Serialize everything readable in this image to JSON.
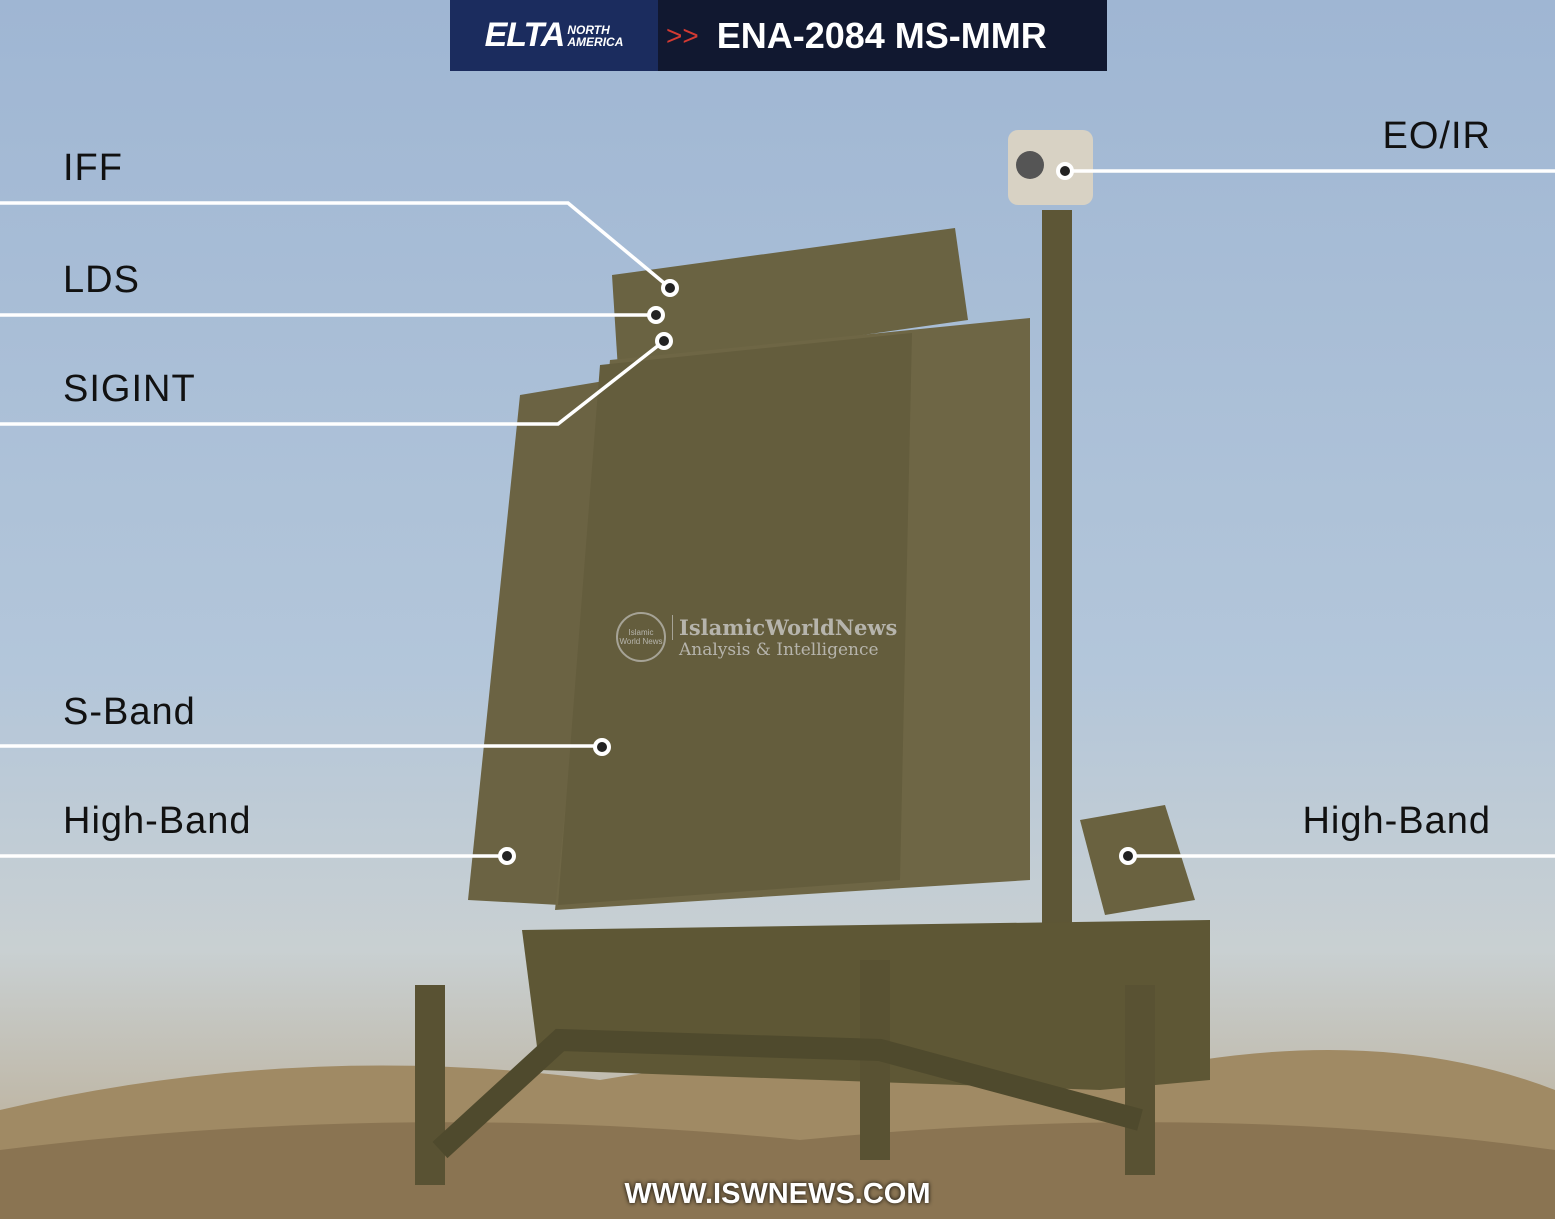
{
  "header": {
    "logo_main": "ELTA",
    "logo_sub1": "NORTH",
    "logo_sub2": "AMERICA",
    "chevrons": ">>",
    "title": "ENA-2084 MS-MMR"
  },
  "callouts": {
    "iff": "IFF",
    "lds": "LDS",
    "sigint": "SIGINT",
    "s_band": "S-Band",
    "high_band_left": "High-Band",
    "eo_ir": "EO/IR",
    "high_band_right": "High-Band"
  },
  "watermark": {
    "badge": "Islamic World News",
    "name": "IslamicWorldNews",
    "tagline": "Analysis & Intelligence"
  },
  "footer": {
    "url": "WWW.ISWNEWS.COM"
  }
}
